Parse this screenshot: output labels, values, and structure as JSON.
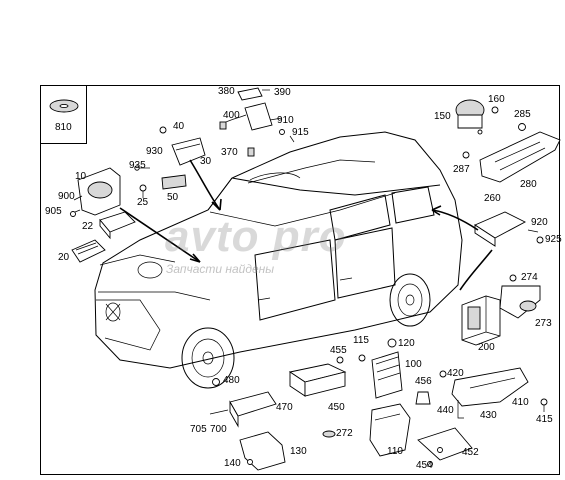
{
  "watermark": {
    "brand": "avto pro",
    "caption": "Запчасти найдены"
  },
  "callouts": {
    "c810": "810",
    "c380": "380",
    "c390": "390",
    "c400": "400",
    "c40": "40",
    "c910": "910",
    "c915": "915",
    "c930": "930",
    "c30": "30",
    "c370": "370",
    "c935": "935",
    "c10": "10",
    "c25": "25",
    "c50": "50",
    "c900": "900",
    "c905": "905",
    "c22": "22",
    "c20": "20",
    "c150": "150",
    "c160": "160",
    "c285": "285",
    "c287": "287",
    "c280": "280",
    "c260": "260",
    "c920": "920",
    "c925": "925",
    "c274": "274",
    "c273": "273",
    "c200": "200",
    "c115": "115",
    "c120": "120",
    "c455": "455",
    "c100": "100",
    "c480": "480",
    "c420": "420",
    "c410": "410",
    "c456": "456",
    "c440": "440",
    "c430": "430",
    "c415": "415",
    "c470": "470",
    "c450": "450",
    "c705": "705",
    "c700": "700",
    "c272": "272",
    "c140": "140",
    "c130": "130",
    "c110": "110",
    "c452": "452",
    "c454": "454"
  },
  "icons": [
    "cd-disc-icon",
    "vehicle-suv-icon",
    "arrow-icon"
  ]
}
